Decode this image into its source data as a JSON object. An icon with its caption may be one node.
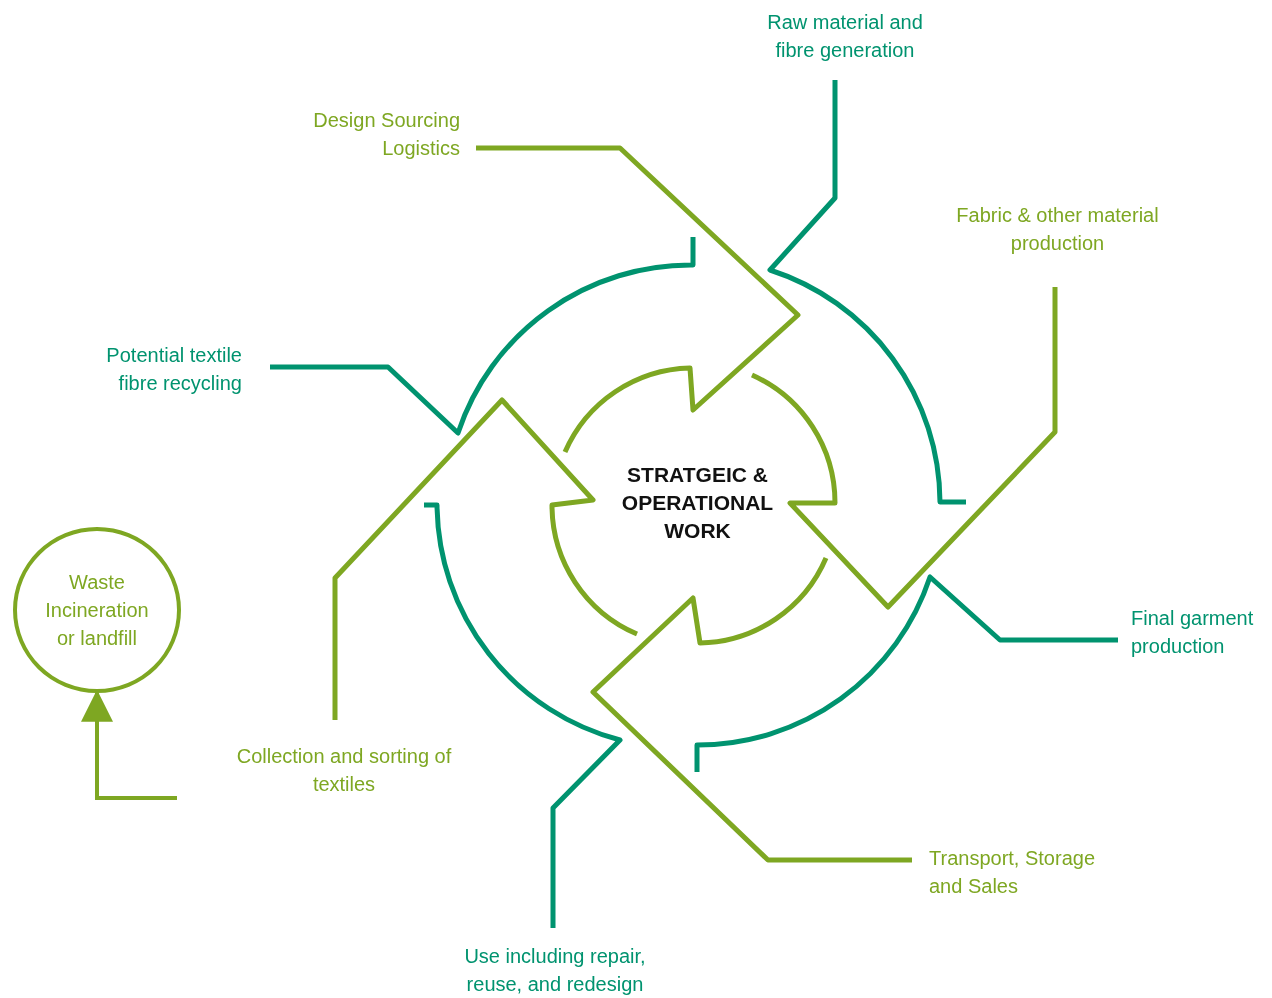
{
  "diagram": {
    "nodes": [
      {
        "text": [
          "Raw material and fibre generation"
        ]
      },
      {
        "text": [
          "Design Sourcing Logistics"
        ]
      },
      {
        "text": [
          "Fabric & other material production"
        ]
      },
      {
        "text": [
          "Potential textile fibre recycling"
        ]
      },
      {
        "text": [
          "STRATGEIC & OPERATIONAL WORK"
        ]
      },
      {
        "text": [
          "Waste Incineration or landfill"
        ]
      },
      {
        "text": [
          "Final garment production"
        ]
      },
      {
        "text": [
          "Collection and sorting of textiles"
        ]
      },
      {
        "text": [
          "Transport, Storage and Sales"
        ]
      },
      {
        "text": [
          "Use including repair, reuse, and redesign"
        ]
      }
    ],
    "edges": [
      {
        "from": 7,
        "to": 5,
        "arrow": "to"
      }
    ]
  }
}
